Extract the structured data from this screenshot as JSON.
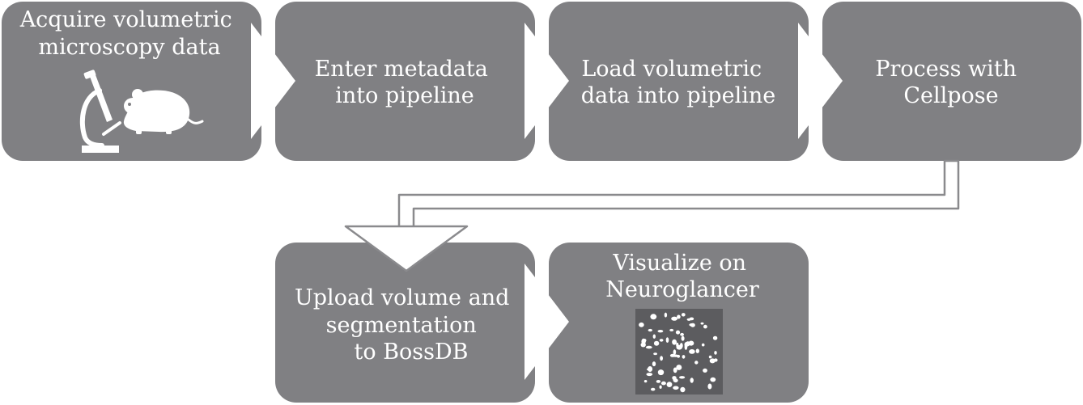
{
  "colors": {
    "box": "#808083",
    "arrow": "#ffffff",
    "connector_outline": "#8a8a8d",
    "text": "#ffffff"
  },
  "steps": [
    {
      "id": "acquire",
      "lines": [
        "Acquire volumetric",
        "microscopy data"
      ],
      "icon": "microscope-mouse-icon"
    },
    {
      "id": "metadata",
      "lines": [
        "Enter metadata",
        "into pipeline"
      ]
    },
    {
      "id": "load",
      "lines": [
        "Load volumetric",
        "data into pipeline"
      ]
    },
    {
      "id": "cellpose",
      "lines": [
        "Process with",
        "Cellpose"
      ]
    },
    {
      "id": "upload",
      "lines": [
        "Upload volume and",
        "segmentation",
        "to BossDB"
      ]
    },
    {
      "id": "visualize",
      "lines": [
        "Visualize on",
        "Neuroglancer"
      ],
      "icon": "segmentation-preview-icon"
    }
  ]
}
